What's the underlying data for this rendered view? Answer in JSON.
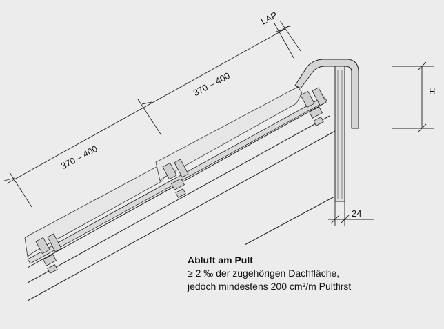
{
  "dimensions": {
    "lap": "LAP",
    "spacing_upper": "370 – 400",
    "spacing_lower": "370 – 400",
    "height": "H",
    "thickness": "24"
  },
  "caption": {
    "title": "Abluft am Pult",
    "line1": "≥ 2 ‰ der zugehörigen Dachfläche,",
    "line2": "jedoch mindestens 200 cm²/m Pultfirst"
  }
}
